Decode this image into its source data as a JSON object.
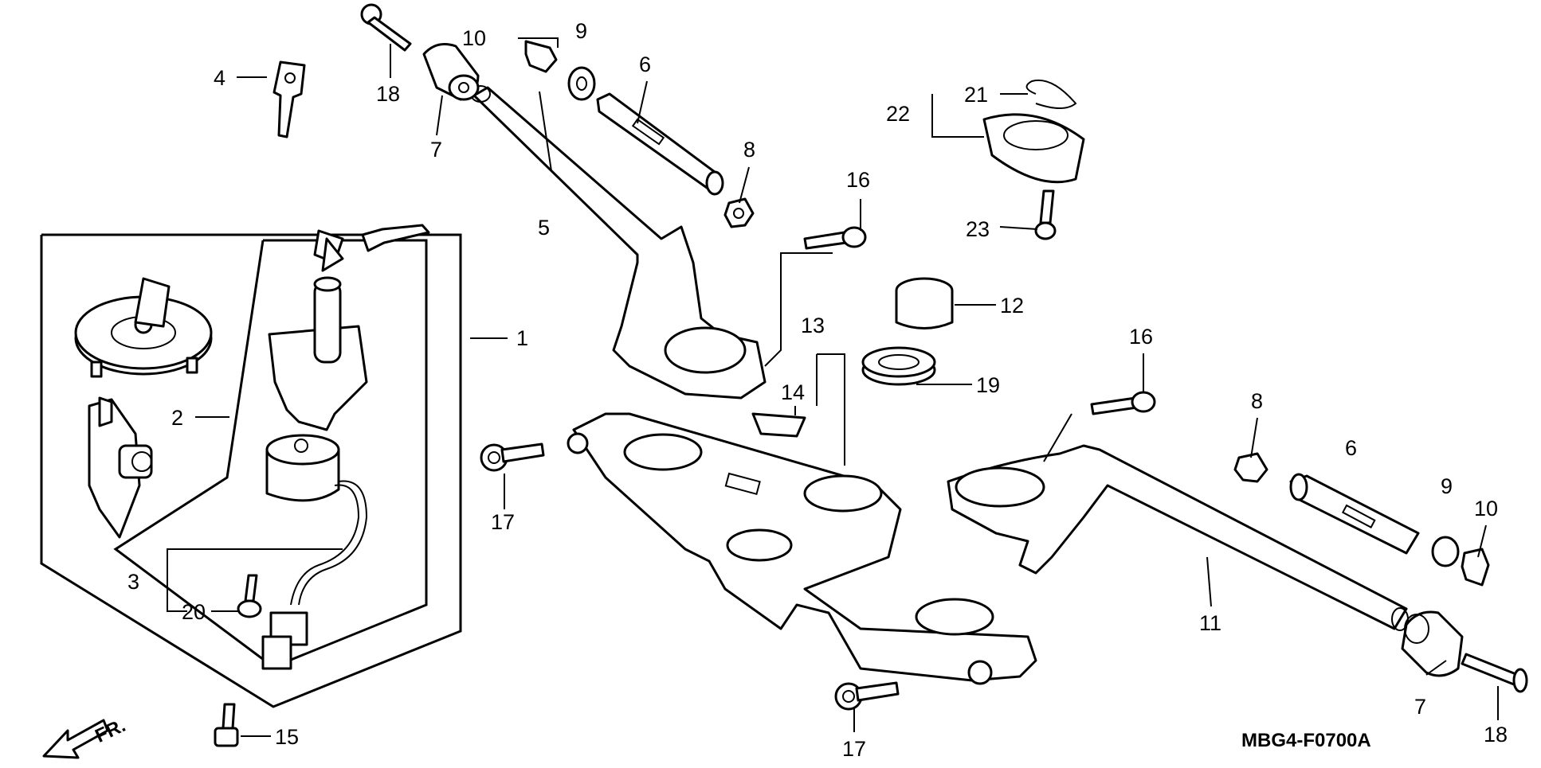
{
  "diagram_code": "MBG4-F0700A",
  "front_indicator": "FR.",
  "callouts": [
    {
      "id": "c1",
      "text": "1"
    },
    {
      "id": "c2",
      "text": "2"
    },
    {
      "id": "c3",
      "text": "3"
    },
    {
      "id": "c4",
      "text": "4"
    },
    {
      "id": "c5",
      "text": "5"
    },
    {
      "id": "c6a",
      "text": "6"
    },
    {
      "id": "c6b",
      "text": "6"
    },
    {
      "id": "c7a",
      "text": "7"
    },
    {
      "id": "c7b",
      "text": "7"
    },
    {
      "id": "c8a",
      "text": "8"
    },
    {
      "id": "c8b",
      "text": "8"
    },
    {
      "id": "c9a",
      "text": "9"
    },
    {
      "id": "c9b",
      "text": "9"
    },
    {
      "id": "c10a",
      "text": "10"
    },
    {
      "id": "c10b",
      "text": "10"
    },
    {
      "id": "c11",
      "text": "11"
    },
    {
      "id": "c12",
      "text": "12"
    },
    {
      "id": "c13",
      "text": "13"
    },
    {
      "id": "c14",
      "text": "14"
    },
    {
      "id": "c15",
      "text": "15"
    },
    {
      "id": "c16a",
      "text": "16"
    },
    {
      "id": "c16b",
      "text": "16"
    },
    {
      "id": "c17a",
      "text": "17"
    },
    {
      "id": "c17b",
      "text": "17"
    },
    {
      "id": "c18a",
      "text": "18"
    },
    {
      "id": "c18b",
      "text": "18"
    },
    {
      "id": "c19",
      "text": "19"
    },
    {
      "id": "c20",
      "text": "20"
    },
    {
      "id": "c21",
      "text": "21"
    },
    {
      "id": "c22",
      "text": "22"
    },
    {
      "id": "c23",
      "text": "23"
    }
  ]
}
